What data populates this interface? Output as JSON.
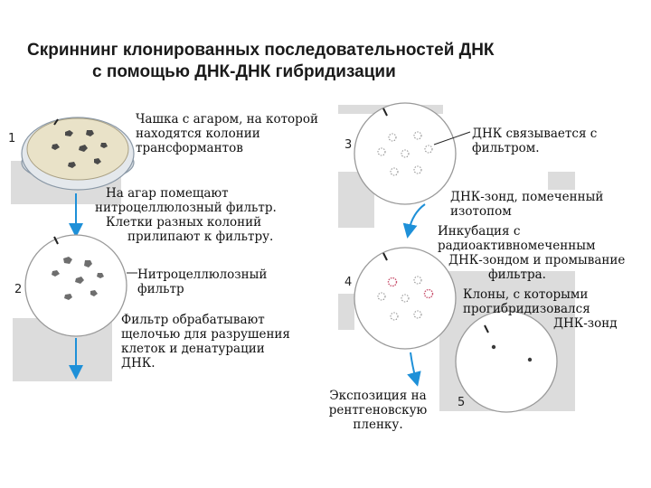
{
  "title": {
    "line1": "Скриннинг клонированных последовательностей ДНК",
    "line2": "с помощью ДНК-ДНК гибридизации"
  },
  "steps": {
    "step1": "1",
    "step2": "2",
    "step3": "3",
    "step4": "4",
    "step5": "5"
  },
  "labels": {
    "plate": [
      "Чашка с агаром, на которой",
      "находятся колонии",
      "трансформантов"
    ],
    "filter_on_agar": [
      "На агар помещают",
      "нитроцеллюлозный фильтр.",
      "Клетки разных колоний",
      "прилипают к фильтру."
    ],
    "nitro_filter": [
      "Нитроцеллюлозный",
      "фильтр"
    ],
    "alkali": [
      "Фильтр обрабатывают",
      "щелочью для разрушения",
      "клеток и денатурации",
      "ДНК."
    ],
    "dna_binds": [
      "ДНК связывается с",
      "фильтром."
    ],
    "probe": [
      "ДНК-зонд, помеченный",
      "изотопом"
    ],
    "incubation": [
      "Инкубация с",
      "радиоактивномеченным",
      "ДНК-зондом и промывание",
      "фильтра."
    ],
    "clones": [
      "Клоны, с которыми",
      "прогибридизовался",
      "ДНК-зонд"
    ],
    "exposure": [
      "Экспозиция на",
      "рентгеновскую",
      "пленку."
    ]
  },
  "colors": {
    "arrow": "#1e90d8",
    "agar": "#e9e2c8",
    "colony": "#4a4a4a",
    "hybrid_spot": "#c8506c",
    "panel_gray": "#dcdcdc"
  }
}
